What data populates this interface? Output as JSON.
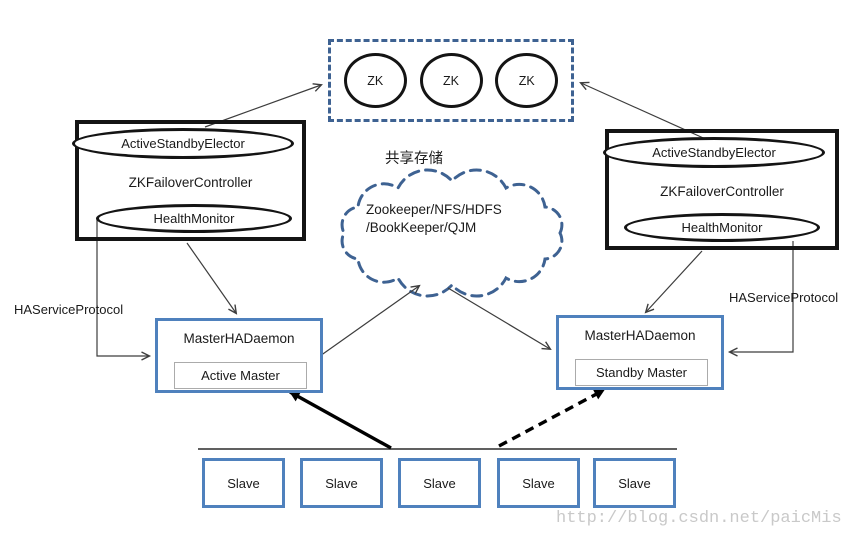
{
  "zk_cluster": {
    "nodes": [
      "ZK",
      "ZK",
      "ZK"
    ]
  },
  "controllers": {
    "left": {
      "elector": "ActiveStandbyElector",
      "title": "ZKFailoverController",
      "monitor": "HealthMonitor"
    },
    "right": {
      "elector": "ActiveStandbyElector",
      "title": "ZKFailoverController",
      "monitor": "HealthMonitor"
    }
  },
  "shared_storage": {
    "label": "共享存储",
    "cloud_line1": "Zookeeper/NFS/HDFS",
    "cloud_line2": "/BookKeeper/QJM"
  },
  "protocol_labels": {
    "left": "HAServiceProtocol",
    "right": "HAServiceProtocol"
  },
  "masters": {
    "left": {
      "title": "MasterHADaemon",
      "role": "Active Master"
    },
    "right": {
      "title": "MasterHADaemon",
      "role": "Standby Master"
    }
  },
  "slaves": [
    "Slave",
    "Slave",
    "Slave",
    "Slave",
    "Slave"
  ],
  "watermark": "http://blog.csdn.net/paicMis",
  "colors": {
    "box_blue": "#4F81BD",
    "dash_blue": "#3E6292",
    "line_dark": "#3d3d3d"
  }
}
